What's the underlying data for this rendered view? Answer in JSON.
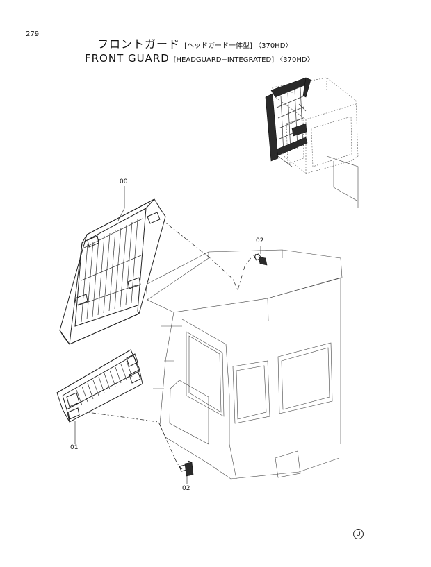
{
  "page_number": "279",
  "title_jp": "フロントガード",
  "title_jp_sub": "[ヘッドガード一体型] 〈370HD〉",
  "title_en": "FRONT GUARD",
  "title_en_sub": "[HEADGUARD−INTEGRATED] 〈370HD〉",
  "callouts": {
    "guard_upper": "00",
    "guard_lower": "01",
    "bolt_top": "02",
    "bolt_bottom": "02"
  },
  "corner_mark": "U"
}
